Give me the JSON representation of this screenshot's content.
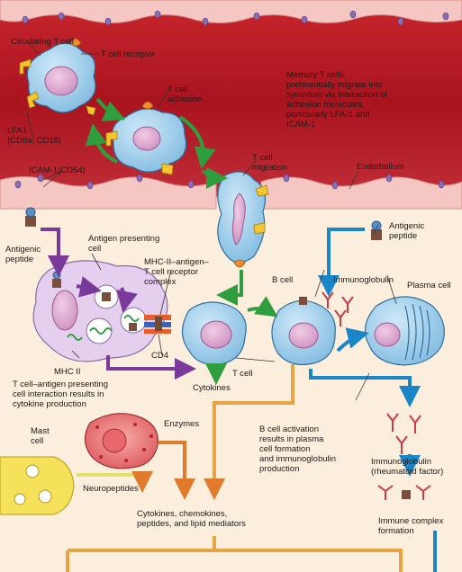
{
  "labels": {
    "circulating_t_cell": "Circulating T cell",
    "t_cell_receptor": "T cell receptor",
    "lfa1": "LFA1\n(CDIIa, CD18)",
    "t_cell_adhesion": "T cell\nadhesion",
    "memory_t_cells": "Memory T cells\npreferentially migrate into\nsynovium via interaction of\nadhesion molecules,\nparticularly LFA-1 and\nICAM-1",
    "icam1": "ICAM-1(CD54)",
    "t_cell_migration": "T cell\nmigration",
    "endothelium": "Endothelium",
    "antigenic_peptide_left": "Antigenic\npeptide",
    "antigen_presenting_cell": "Antigen presenting\ncell",
    "mhc_complex": "MHC-II–antigen–\nT cell receptor\ncomplex",
    "b_cell": "B cell",
    "immunoglobulin": "Immunoglobulin",
    "plasma_cell": "Plasma cell",
    "antigenic_peptide_right": "Antigenic\npeptide",
    "cd4": "CD4",
    "mhc_ii": "MHC II",
    "t_cell": "T cell",
    "cytokines": "Cytokines",
    "interaction_text": "T cell–antigen presenting\ncell interaction results in\ncytokine production",
    "mast_cell": "Mast\ncell",
    "enzymes": "Enzymes",
    "b_cell_activation": "B cell activation\nresults in plasma\ncell formation\nand immunoglobulin\nproduction",
    "immunoglobulin_rf": "Immunoglobulin\n(rheumatoid factor)",
    "neuropeptides": "Neuropeptides",
    "cytokines_chemokines": "Cytokines, chemokines,\npeptides, and lipid mediators",
    "immune_complex": "Immune complex\nformation"
  },
  "colors": {
    "vessel_red": "#b8202a",
    "tissue": "#fbeedd",
    "cell_blue": "#8fc6e6",
    "apc_lilac": "#e4cfee",
    "nucleus_pink": "#dba6cf",
    "green_arrow": "#2f9e3f",
    "purple_arrow": "#7a3a9c",
    "blue_arrow": "#1a86c8",
    "orange_arrow": "#e7a445"
  }
}
